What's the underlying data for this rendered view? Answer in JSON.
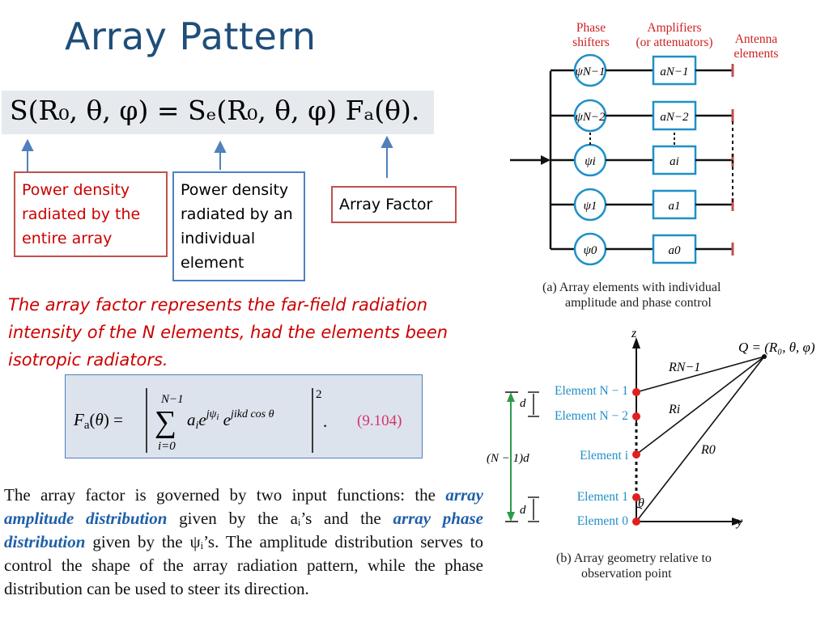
{
  "slide": {
    "title": "Array Pattern",
    "equation_main": "S(R₀, θ, φ) = Sₑ(R₀, θ, φ) Fₐ(θ).",
    "labels": {
      "total": "Power density radiated by the entire array",
      "element": "Power density radiated by an individual element",
      "factor": "Array Factor"
    },
    "note": "The array factor represents the far-field radiation intensity of the N elements, had the elements been isotropic radiators.",
    "eq_number": "(9.104)",
    "paragraph": {
      "p1": "The array factor is governed by two input functions: the ",
      "h1": "array amplitude distribution",
      "p2": " given by the aᵢ’s and the ",
      "h2": "array phase distribution",
      "p3": " given by the ψᵢ’s.  The amplitude distribution serves to control the shape of the array radiation pattern, while the phase distribution can be used to steer its direction."
    }
  },
  "figure_a": {
    "headers": {
      "phase_l1": "Phase",
      "phase_l2": "shifters",
      "amp_l1": "Amplifiers",
      "amp_l2": "(or attenuators)",
      "ant_l1": "Antenna",
      "ant_l2": "elements"
    },
    "phase_labels": [
      "ψN−1",
      "ψN−2",
      "ψi",
      "ψ1",
      "ψ0"
    ],
    "amp_labels": [
      "aN−1",
      "aN−2",
      "ai",
      "a1",
      "a0"
    ],
    "caption_l1": "(a)  Array elements with individual",
    "caption_l2": "amplitude and phase control"
  },
  "figure_b": {
    "axis_z": "z",
    "axis_y": "y",
    "point_q": "Q = (R₀, θ, φ)",
    "r_labels": {
      "rn1": "RN−1",
      "ri": "Ri",
      "r0": "R0"
    },
    "element_labels": [
      "Element N − 1",
      "Element N − 2",
      "Element i",
      "Element 1",
      "Element 0"
    ],
    "d_label": "d",
    "span_label": "(N − 1)d",
    "theta_label": "θ",
    "caption_l1": "(b)  Array geometry relative to",
    "caption_l2": "observation point"
  },
  "colors": {
    "title": "#1f4e79",
    "red": "#cc0000",
    "accent_blue": "#1e90c8",
    "green": "#2e9b4a",
    "eq_number": "#d6336c"
  }
}
